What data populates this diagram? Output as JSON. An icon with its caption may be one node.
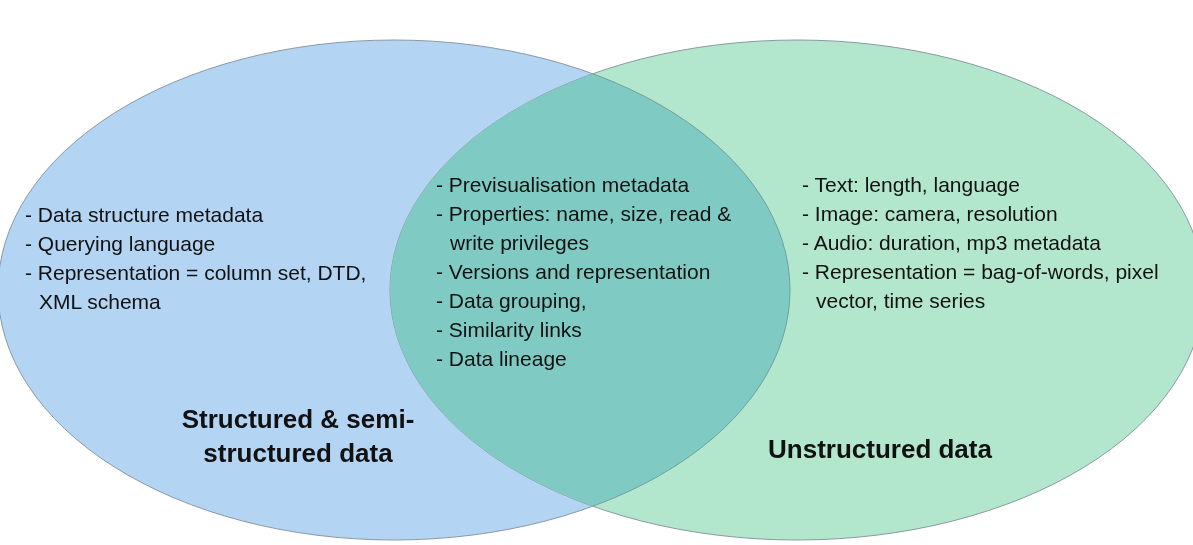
{
  "diagram": {
    "nodes": [
      {
        "text": [
          "- Data structure metadata",
          "- Querying language",
          "- Representation = column set, DTD, XML schema",
          "Structured & semi-structured data"
        ]
      },
      {
        "text": [
          "- Text: length, language",
          "- Image: camera, resolution",
          "- Audio: duration, mp3 metadata",
          "- Representation = bag-of-words, pixel vector, time series",
          "Unstructured data"
        ]
      },
      {
        "text": [
          "- Previsualisation metadata",
          "- Properties: name, size, read & write privileges",
          "- Versions and representation",
          "- Data grouping,",
          "- Similarity links",
          "- Data lineage"
        ]
      }
    ],
    "edges": []
  }
}
